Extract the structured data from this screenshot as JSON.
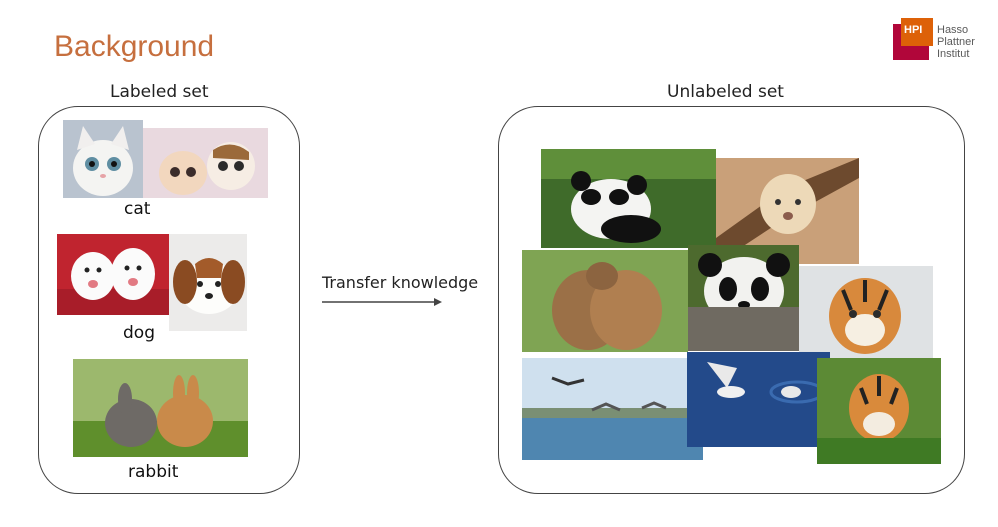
{
  "slide": {
    "title": "Background"
  },
  "logo": {
    "abbr": "HPI",
    "name": "Hasso\nPlattner\nInstitut",
    "colors": {
      "red": "#b1063a",
      "orange": "#dd6108"
    }
  },
  "labeled": {
    "label": "Labeled set",
    "classes": [
      {
        "caption": "cat",
        "images": [
          "cat-white-icon",
          "kittens-icon"
        ]
      },
      {
        "caption": "dog",
        "images": [
          "samoyed-dogs-icon",
          "puppy-icon"
        ]
      },
      {
        "caption": "rabbit",
        "images": [
          "rabbits-icon"
        ]
      }
    ]
  },
  "transfer": {
    "label": "Transfer knowledge"
  },
  "unlabeled": {
    "label": "Unlabeled set",
    "images": [
      "panda-bamboo",
      "lion-cub",
      "bears-hugging",
      "panda-peeking",
      "tiger-cub-face",
      "seagulls-flying",
      "seagull-water",
      "tiger-cub-grass"
    ]
  },
  "colors": {
    "title": "#c66f3e",
    "panel_border": "#444444"
  }
}
